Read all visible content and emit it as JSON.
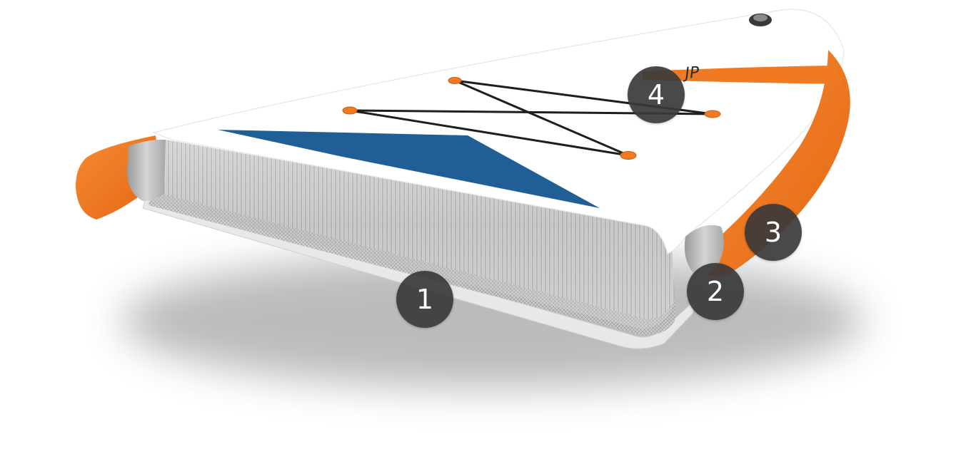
{
  "markers": [
    {
      "label": "1"
    },
    {
      "label": "2"
    },
    {
      "label": "3"
    },
    {
      "label": "4"
    }
  ],
  "logo": {
    "text": "JP"
  },
  "colors": {
    "deck": "#ffffff",
    "rail": "#f07a22",
    "deck_pad": "#1f5f96",
    "inner_tube": "#b8b8b8",
    "drop_stitch": "#9c9c9c",
    "marker": "#3a3a3a",
    "marker_text": "#ffffff"
  },
  "icons": {
    "marker_shape": "circle",
    "valve": "air-valve-icon",
    "bungee": "bungee-cord-icon"
  }
}
